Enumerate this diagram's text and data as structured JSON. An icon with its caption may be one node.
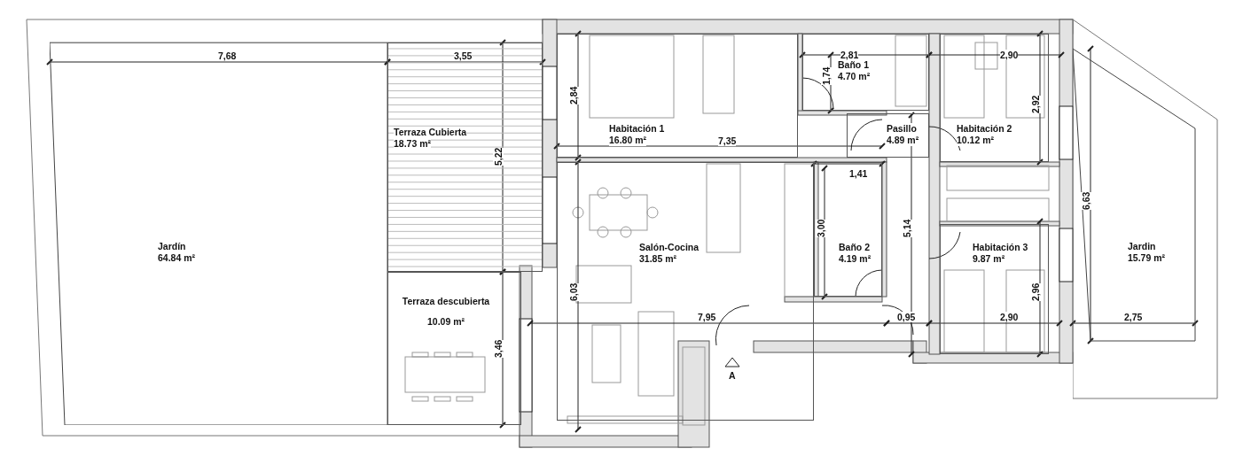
{
  "diagram": {
    "nodes": [
      {
        "text": [
          "Jardín",
          "64.84 m²"
        ]
      },
      {
        "text": [
          "Terraza Cubierta",
          "18.73 m²"
        ]
      },
      {
        "text": [
          "Terraza descubierta",
          "10.09 m²"
        ]
      },
      {
        "text": [
          "Habitación 1",
          "16.80 m²"
        ]
      },
      {
        "text": [
          "Baño 1",
          "4.70 m²"
        ]
      },
      {
        "text": [
          "Pasillo",
          "4.89 m²"
        ]
      },
      {
        "text": [
          "Habitación 2",
          "10.12 m²"
        ]
      },
      {
        "text": [
          "Salón-Cocina",
          "31.85 m²"
        ]
      },
      {
        "text": [
          "Baño 2",
          "4.19 m²"
        ]
      },
      {
        "text": [
          "Habitación 3",
          "9.87 m²"
        ]
      },
      {
        "text": [
          "Jardin",
          "15.79 m²"
        ]
      }
    ],
    "labels": [
      "7,68",
      "3,55",
      "2,81",
      "2,90",
      "1,74",
      "2,84",
      "2,92",
      "7,35",
      "1,41",
      "5,22",
      "6,63",
      "3,00",
      "5,14",
      "6,03",
      "7,95",
      "0,95",
      "2,90",
      "2,96",
      "2,75",
      "3,46",
      "A"
    ]
  }
}
